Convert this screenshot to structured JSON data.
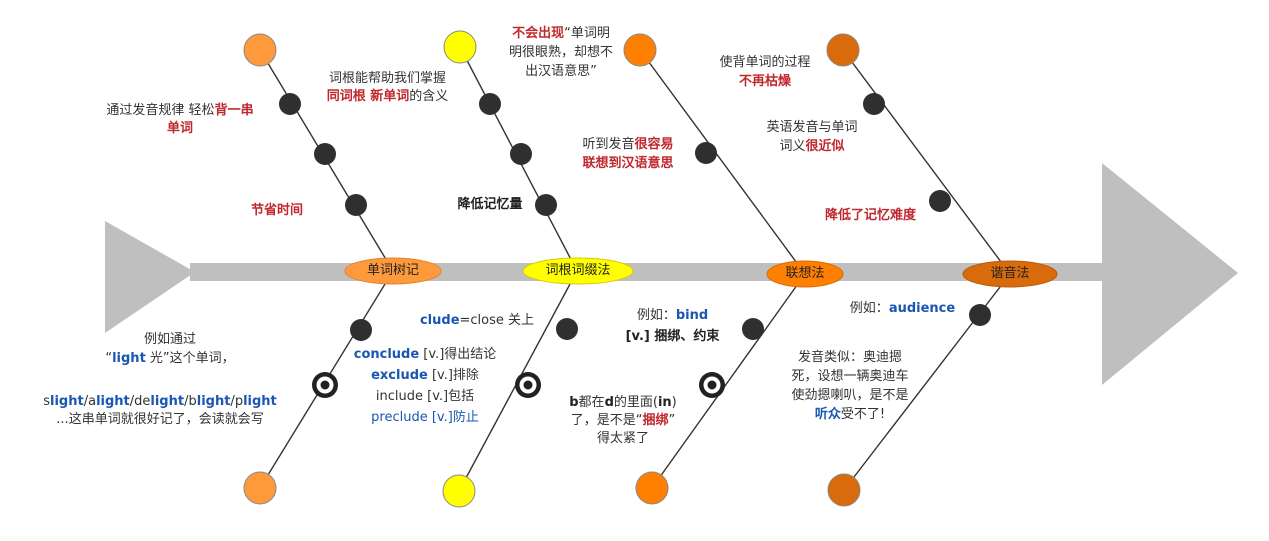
{
  "colors": {
    "spine": "#bfbfbf",
    "branch": "#333333",
    "dot": "#2f2f2f",
    "accent_red": "#c0282e",
    "accent_blue": "#1a56b4",
    "cat1": "#ff9a3c",
    "cat2": "#ffff00",
    "cat3": "#ff7f00",
    "cat4": "#d96b0c"
  },
  "categories": [
    {
      "label": "单词树记"
    },
    {
      "label": "词根词缀法"
    },
    {
      "label": "联想法"
    },
    {
      "label": "谐音法"
    }
  ],
  "b1": {
    "top1a": "通过发音规律 轻松",
    "top1b": "背一串",
    "top1c": "单词",
    "top2": "节省时间",
    "ex1": "例如通过",
    "ex2q1": "“",
    "ex2w": "light",
    "ex2r": " 光”这个单词，",
    "words": [
      {
        "pre": "s",
        "root": "light",
        "sep": "/"
      },
      {
        "pre": "a",
        "root": "light",
        "sep": "/"
      },
      {
        "pre": "de",
        "root": "light",
        "sep": "/"
      },
      {
        "pre": "b",
        "root": "light",
        "sep": "/"
      },
      {
        "pre": "p",
        "root": "light",
        "sep": ""
      }
    ],
    "ex4": "...这串单词就很好记了，会读就会写"
  },
  "b2": {
    "top1a": "词根能帮助我们掌握",
    "top1b": "同词根 新单词",
    "top1c": "的含义",
    "top2": "降低记忆量",
    "clude_w": "clude",
    "clude_r": "=close 关上",
    "conclude_w": "conclude",
    "conclude_r": " [v.]得出结论",
    "exclude_w": "exclude",
    "exclude_r": " [v.]排除",
    "include": "include [v.]包括",
    "preclude": "preclude [v.]防止"
  },
  "b3": {
    "top1a": "不会出现",
    "top1b": "“单词明",
    "top1c": "明很眼熟，却想不",
    "top1d": "出汉语意思”",
    "top2a": "听到发音",
    "top2b": "很容易",
    "top2c": "联想到汉语意思",
    "eg_a": "例如：",
    "eg_w": "bind",
    "eg2": "[v.] 捆绑、约束",
    "s1a": "b",
    "s1b": "都在",
    "s1c": "d",
    "s1d": "的里面(",
    "s1e": "in",
    "s1f": ")",
    "s2a": "了，是不是“",
    "s2b": "捆绑",
    "s2c": "”",
    "s3": "得太紧了"
  },
  "b4": {
    "top1a": "使背单词的过程",
    "top1b": "不再枯燥",
    "top2a": "英语发音与单词",
    "top2b": "词义",
    "top2c": "很近似",
    "top3": "降低了记忆难度",
    "eg_a": "例如：",
    "eg_w": "audience",
    "s1": "发音类似：奥迪摁",
    "s2": "死，设想一辆奥迪车",
    "s3": "使劲摁喇叭，是不是",
    "s4a": "听众",
    "s4b": "受不了!"
  }
}
